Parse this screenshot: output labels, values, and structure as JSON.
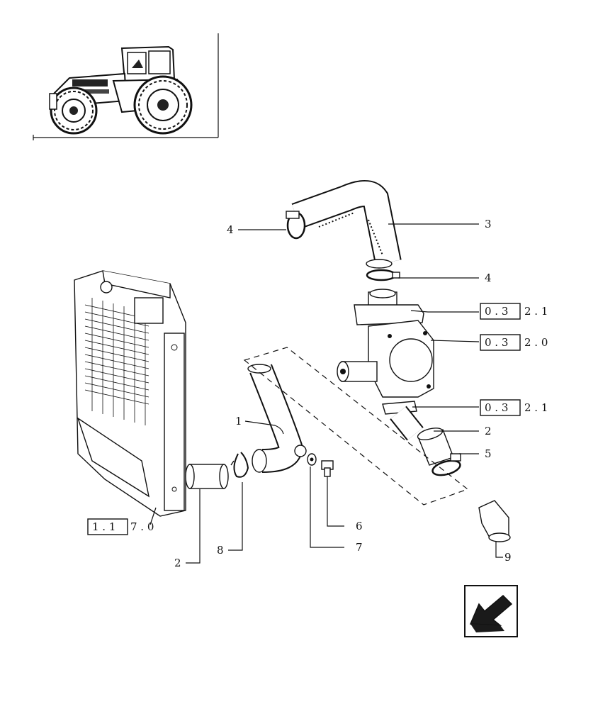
{
  "callouts": {
    "hose_upper": "3",
    "clamp_upper_left": "4",
    "clamp_upper_right": "4",
    "hose_lower": "1",
    "sleeve_right": "2",
    "clamp_lower_right": "5",
    "bolt": "6",
    "washer": "7",
    "sleeve_left": "2",
    "spring_clip": "8",
    "elbow": "9"
  },
  "references": {
    "ref_top": {
      "boxed": "0 . 3",
      "rest": "2 . 1"
    },
    "ref_mid": {
      "boxed": "0 . 3",
      "rest": "2 . 0"
    },
    "ref_low": {
      "boxed": "0 . 3",
      "rest": "2 . 1"
    },
    "ref_radiator": {
      "boxed": "1 . 1",
      "rest": "7 . 0"
    }
  },
  "icons": {
    "thumbnail": "tractor-icon",
    "navigation": "back-arrow-icon"
  }
}
